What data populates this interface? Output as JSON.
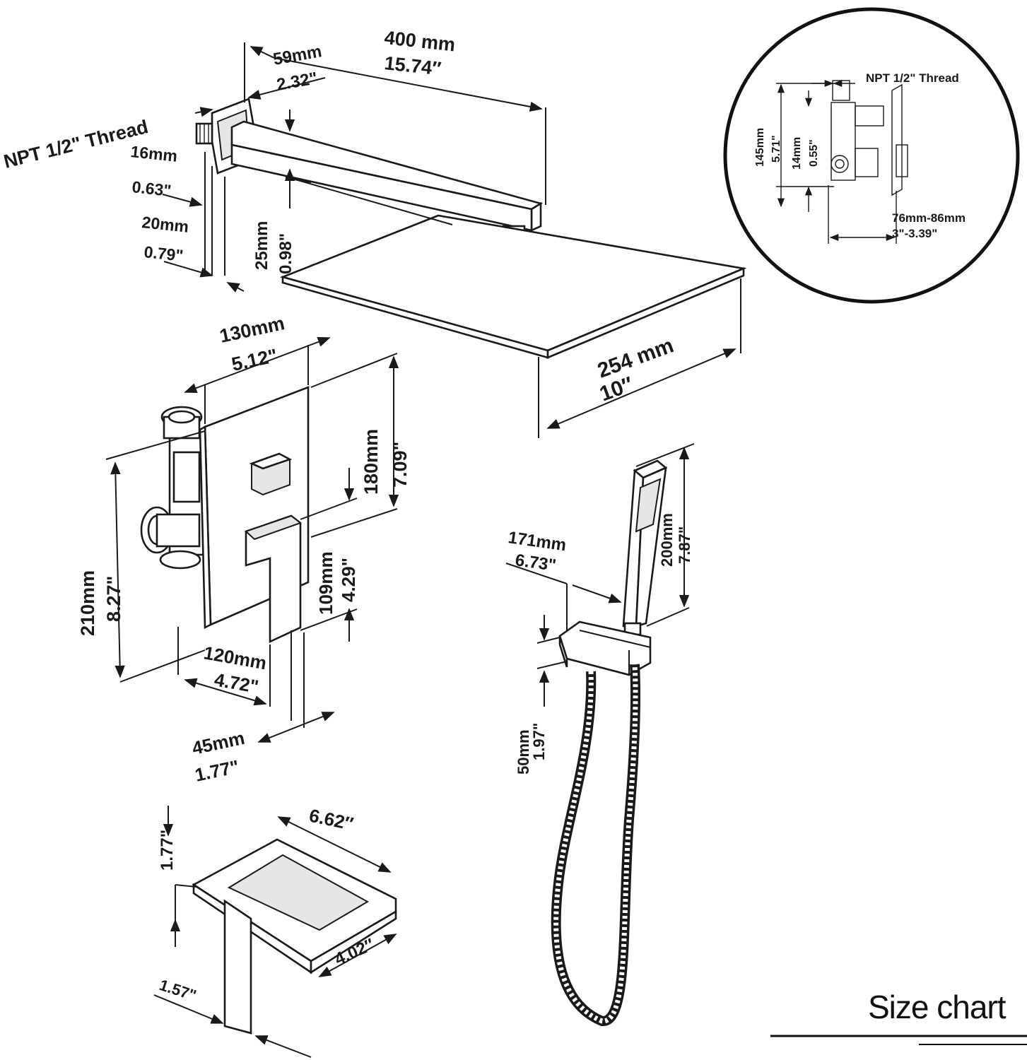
{
  "shower_arm": {
    "thread": "NPT 1/2\" Thread",
    "flange_mm": "59mm",
    "flange_in": "2.32\"",
    "arm_mm": "400 mm",
    "arm_in": "15.74″",
    "d16_mm": "16mm",
    "d16_in": "0.63\"",
    "d20_mm": "20mm",
    "d20_in": "0.79\"",
    "d25_mm": "25mm",
    "d25_in": "0.98\""
  },
  "shower_head": {
    "size_mm": "254 mm",
    "size_in": "10″"
  },
  "valve": {
    "w130_mm": "130mm",
    "w130_in": "5.12\"",
    "h180_mm": "180mm",
    "h180_in": "7.09\"",
    "h210_mm": "210mm",
    "h210_in": "8.27\"",
    "h109_mm": "109mm",
    "h109_in": "4.29\"",
    "w120_mm": "120mm",
    "w120_in": "4.72\"",
    "d45_mm": "45mm",
    "d45_in": "1.77\""
  },
  "detail": {
    "thread": "NPT 1/2\" Thread",
    "h145_mm": "145mm",
    "h145_in": "5.71\"",
    "h14_mm": "14mm",
    "h14_in": "0.55\"",
    "depth_mm": "76mm-86mm",
    "depth_in": "3\"-3.39\""
  },
  "hand_shower": {
    "l171_mm": "171mm",
    "l171_in": "6.73\"",
    "h200_mm": "200mm",
    "h200_in": "7.87\"",
    "h50_mm": "50mm",
    "h50_in": "1.97\""
  },
  "spout": {
    "length_in": "6.62″",
    "width_in": "4.02″",
    "height_in": "1.77\"",
    "depth_in": "1.57\""
  },
  "footer": {
    "title": "Size chart"
  }
}
